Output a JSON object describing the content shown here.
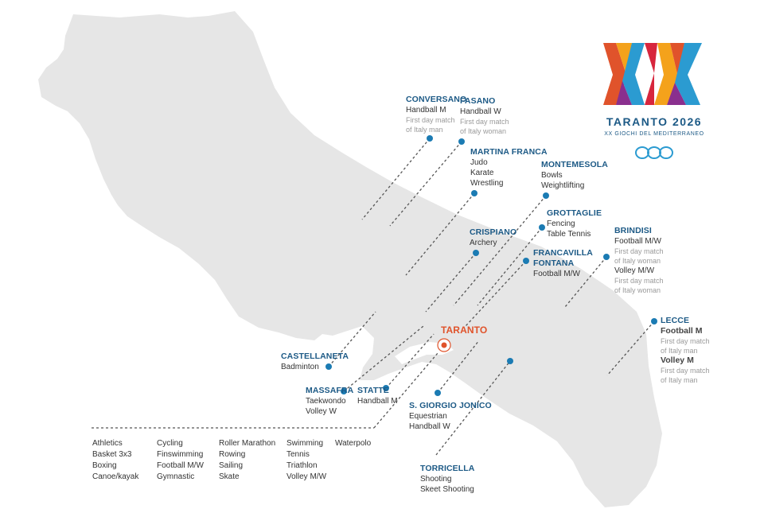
{
  "logo": {
    "title": "TARANTO 2026",
    "subtitle": "XX GIOCHI DEL MEDITERRANEO",
    "colors": [
      "#e0532b",
      "#f4a21b",
      "#2b9bd1",
      "#8a2f8e",
      "#d7263d",
      "#1d5a86"
    ]
  },
  "colors": {
    "land": "#e6e6e6",
    "venue_dot": "#1b7bb3",
    "host": "#e0532b",
    "title": "#1d5a86"
  },
  "venues": [
    {
      "id": "conversano",
      "name": "CONVERSANO",
      "lines": [
        {
          "text": "Handball M",
          "style": "s"
        },
        {
          "text": "First day match",
          "style": "n"
        },
        {
          "text": "of Italy man",
          "style": "n"
        }
      ]
    },
    {
      "id": "fasano",
      "name": "FASANO",
      "lines": [
        {
          "text": "Handball W",
          "style": "s"
        },
        {
          "text": "First day match",
          "style": "n"
        },
        {
          "text": "of Italy woman",
          "style": "n"
        }
      ]
    },
    {
      "id": "martina",
      "name": "MARTINA FRANCA",
      "lines": [
        {
          "text": "Judo",
          "style": "s"
        },
        {
          "text": "Karate",
          "style": "s"
        },
        {
          "text": "Wrestling",
          "style": "s"
        }
      ]
    },
    {
      "id": "montemesola",
      "name": "MONTEMESOLA",
      "lines": [
        {
          "text": "Bowls",
          "style": "s"
        },
        {
          "text": "Weightlifting",
          "style": "s"
        }
      ]
    },
    {
      "id": "grottaglie",
      "name": "GROTTAGLIE",
      "lines": [
        {
          "text": "Fencing",
          "style": "s"
        },
        {
          "text": "Table Tennis",
          "style": "s"
        }
      ]
    },
    {
      "id": "crispiano",
      "name": "CRISPIANO",
      "lines": [
        {
          "text": "Archery",
          "style": "s"
        }
      ]
    },
    {
      "id": "francavilla",
      "name": "FRANCAVILLA\nFONTANA",
      "lines": [
        {
          "text": "Football M/W",
          "style": "s"
        }
      ]
    },
    {
      "id": "brindisi",
      "name": "BRINDISI",
      "lines": [
        {
          "text": "Football M/W",
          "style": "s"
        },
        {
          "text": "First day match",
          "style": "n"
        },
        {
          "text": "of Italy woman",
          "style": "n"
        },
        {
          "text": "Volley M/W",
          "style": "s"
        },
        {
          "text": "First day match",
          "style": "n"
        },
        {
          "text": "of Italy woman",
          "style": "n"
        }
      ]
    },
    {
      "id": "lecce",
      "name": "LECCE",
      "lines": [
        {
          "text": "Football M",
          "style": "s b"
        },
        {
          "text": "First day match",
          "style": "n"
        },
        {
          "text": "of Italy man",
          "style": "n"
        },
        {
          "text": "Volley M",
          "style": "s b"
        },
        {
          "text": "First day match",
          "style": "n"
        },
        {
          "text": "of Italy man",
          "style": "n"
        }
      ]
    },
    {
      "id": "taranto",
      "name": "TARANTO",
      "host": true,
      "lines": []
    },
    {
      "id": "castellaneta",
      "name": "CASTELLANETA",
      "lines": [
        {
          "text": "Badminton",
          "style": "s"
        }
      ]
    },
    {
      "id": "massafra",
      "name": "MASSAFRA",
      "lines": [
        {
          "text": "Taekwondo",
          "style": "s"
        },
        {
          "text": "Volley W",
          "style": "s"
        }
      ]
    },
    {
      "id": "statte",
      "name": "STATTE",
      "lines": [
        {
          "text": "Handball M",
          "style": "s"
        }
      ]
    },
    {
      "id": "sgiorgio",
      "name": "S. GIORGIO JONICO",
      "lines": [
        {
          "text": "Equestrian",
          "style": "s"
        },
        {
          "text": "Handball W",
          "style": "s"
        }
      ]
    },
    {
      "id": "torricella",
      "name": "TORRICELLA",
      "lines": [
        {
          "text": "Shooting",
          "style": "s"
        },
        {
          "text": "Skeet Shooting",
          "style": "s"
        }
      ]
    }
  ],
  "taranto_sports": [
    [
      "Athletics",
      "Basket 3x3",
      "Boxing",
      "Canoe/kayak"
    ],
    [
      "Cycling",
      "Finswimming",
      "Football M/W",
      "Gymnastic"
    ],
    [
      "Roller Marathon",
      "Rowing",
      "Sailing",
      "Skate"
    ],
    [
      "Swimming",
      "Tennis",
      "Triathlon",
      "Volley M/W"
    ],
    [
      "Waterpolo"
    ]
  ]
}
